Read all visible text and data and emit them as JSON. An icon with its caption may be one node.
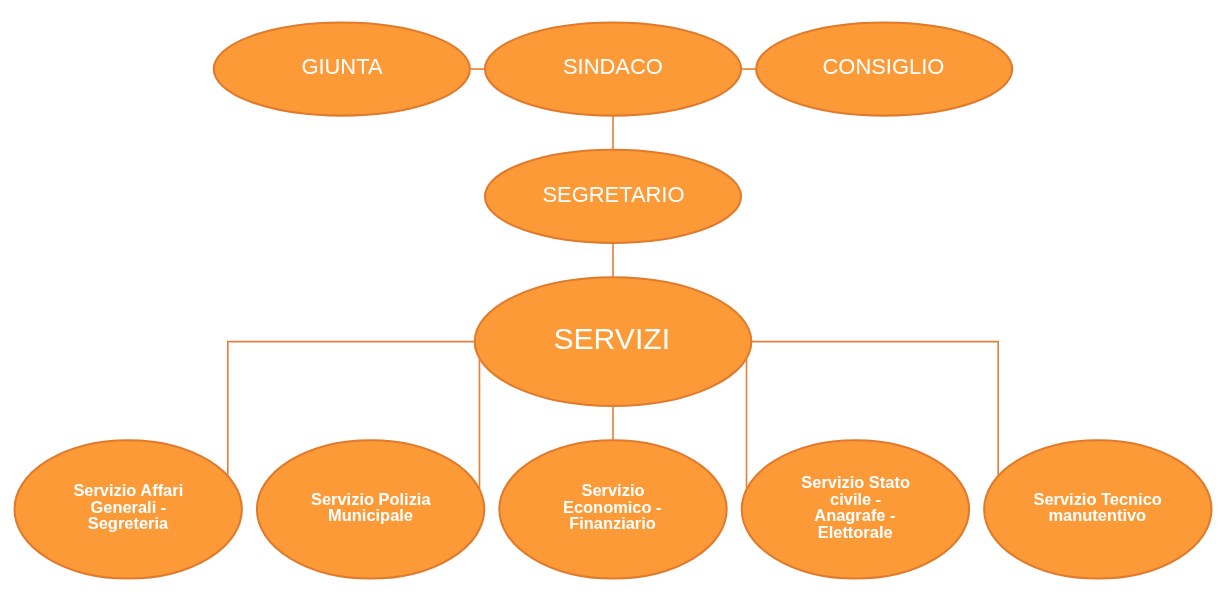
{
  "diagram": {
    "nodes": [
      {
        "text": [
          "GIUNTA"
        ]
      },
      {
        "text": [
          "SINDACO"
        ]
      },
      {
        "text": [
          "CONSIGLIO"
        ]
      },
      {
        "text": [
          "SEGRETARIO"
        ]
      },
      {
        "text": [
          "SERVIZI"
        ]
      },
      {
        "text": [
          "Servizio Affari Generali - Segreteria"
        ]
      },
      {
        "text": [
          "Servizio Polizia Municipale"
        ]
      },
      {
        "text": [
          "Servizio Economico - Finanziario"
        ]
      },
      {
        "text": [
          "Servizio Stato civile - Anagrafe - Elettorale"
        ]
      },
      {
        "text": [
          "Servizio Tecnico manutentivo"
        ]
      }
    ],
    "edges": [
      {
        "from": 0,
        "to": 1,
        "arrow": "none"
      },
      {
        "from": 1,
        "to": 2,
        "arrow": "none"
      },
      {
        "from": 1,
        "to": 3,
        "arrow": "none"
      },
      {
        "from": 3,
        "to": 4,
        "arrow": "none"
      },
      {
        "from": 4,
        "to": 5,
        "arrow": "none"
      },
      {
        "from": 4,
        "to": 6,
        "arrow": "none"
      },
      {
        "from": 4,
        "to": 7,
        "arrow": "none"
      },
      {
        "from": 4,
        "to": 8,
        "arrow": "none"
      },
      {
        "from": 4,
        "to": 9,
        "arrow": "none"
      }
    ]
  }
}
